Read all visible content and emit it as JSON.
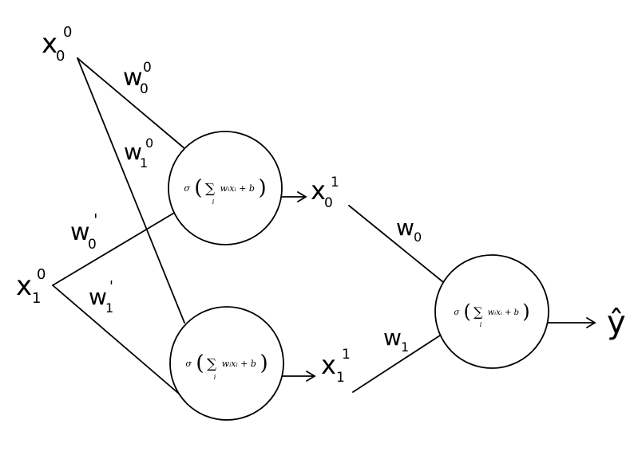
{
  "inputs": [
    {
      "base": "x",
      "sub": "0",
      "sup": "0"
    },
    {
      "base": "x",
      "sub": "1",
      "sup": "0"
    }
  ],
  "hidden_outputs": [
    {
      "base": "x",
      "sub": "0",
      "sup": "1"
    },
    {
      "base": "x",
      "sub": "1",
      "sup": "1"
    }
  ],
  "weights_layer0": [
    {
      "base": "w",
      "sub": "0",
      "sup": "0"
    },
    {
      "base": "w",
      "sub": "1",
      "sup": "0"
    },
    {
      "base": "w",
      "sub": "0",
      "sup": "'"
    },
    {
      "base": "w",
      "sub": "1",
      "sup": "'"
    }
  ],
  "weights_layer1": [
    {
      "base": "w",
      "sub": "0"
    },
    {
      "base": "w",
      "sub": "1"
    }
  ],
  "neuron_formula": {
    "sigma": "σ",
    "sum": "∑",
    "index": "i",
    "term": "wᵢxᵢ + b"
  },
  "output": {
    "label": "ŷ"
  }
}
